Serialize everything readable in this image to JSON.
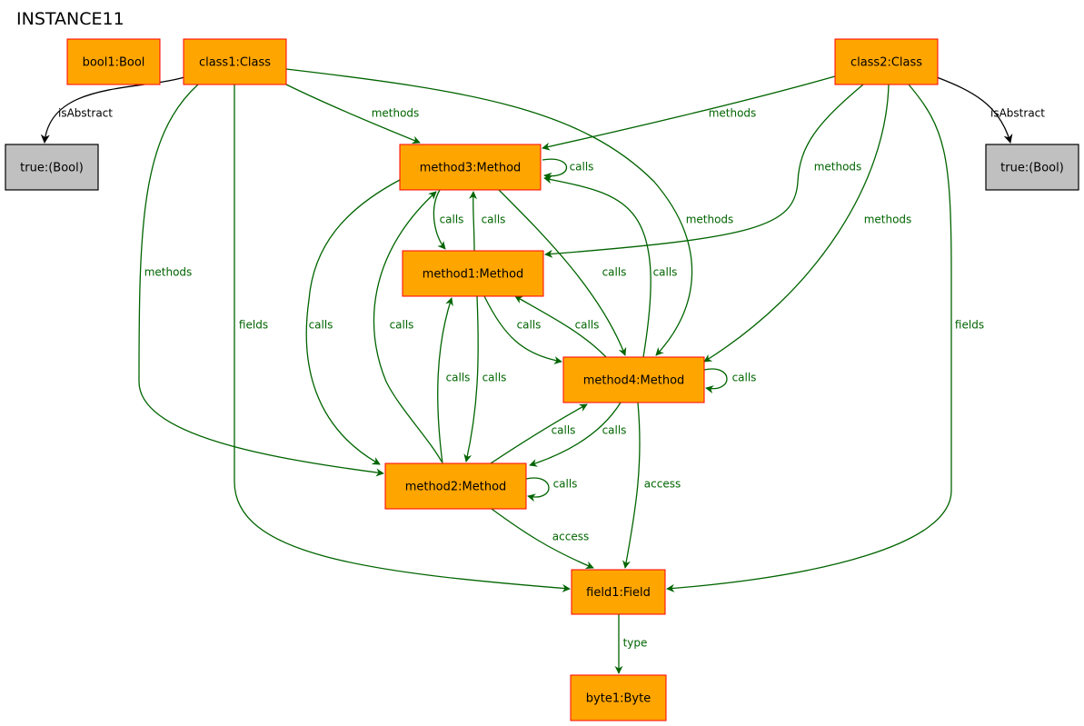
{
  "title": "INSTANCE11",
  "colors": {
    "node_fill": "#ffa500",
    "node_border": "#ff0000",
    "value_fill": "#c0c0c0",
    "value_border": "#000000",
    "edge_green": "#006400",
    "edge_black": "#000000"
  },
  "nodes": {
    "bool1": {
      "label": "bool1:Bool",
      "kind": "object"
    },
    "class1": {
      "label": "class1:Class",
      "kind": "object"
    },
    "class2": {
      "label": "class2:Class",
      "kind": "object"
    },
    "true_left": {
      "label": "true:(Bool)",
      "kind": "value"
    },
    "true_right": {
      "label": "true:(Bool)",
      "kind": "value"
    },
    "method3": {
      "label": "method3:Method",
      "kind": "object"
    },
    "method1": {
      "label": "method1:Method",
      "kind": "object"
    },
    "method4": {
      "label": "method4:Method",
      "kind": "object"
    },
    "method2": {
      "label": "method2:Method",
      "kind": "object"
    },
    "field1": {
      "label": "field1:Field",
      "kind": "object"
    },
    "byte1": {
      "label": "byte1:Byte",
      "kind": "object"
    }
  },
  "edges": [
    {
      "id": "class1-true",
      "from": "class1",
      "to": "true_left",
      "label": "isAbstract"
    },
    {
      "id": "class2-true",
      "from": "class2",
      "to": "true_right",
      "label": "isAbstract"
    },
    {
      "id": "class1-method3",
      "from": "class1",
      "to": "method3",
      "label": "methods"
    },
    {
      "id": "class2-method3",
      "from": "class2",
      "to": "method3",
      "label": "methods"
    },
    {
      "id": "class2-method1",
      "from": "class2",
      "to": "method1",
      "label": "methods"
    },
    {
      "id": "class1-method4",
      "from": "class1",
      "to": "method4",
      "label": "methods"
    },
    {
      "id": "class2-method4",
      "from": "class2",
      "to": "method4",
      "label": "methods"
    },
    {
      "id": "class1-method2",
      "from": "class1",
      "to": "method2",
      "label": "methods"
    },
    {
      "id": "class1-field1",
      "from": "class1",
      "to": "field1",
      "label": "fields"
    },
    {
      "id": "class2-field1",
      "from": "class2",
      "to": "field1",
      "label": "fields"
    },
    {
      "id": "method3-method3",
      "from": "method3",
      "to": "method3",
      "label": "calls"
    },
    {
      "id": "method3-method1",
      "from": "method3",
      "to": "method1",
      "label": "calls"
    },
    {
      "id": "method1-method3",
      "from": "method1",
      "to": "method3",
      "label": "calls"
    },
    {
      "id": "method3-method4",
      "from": "method3",
      "to": "method4",
      "label": "calls"
    },
    {
      "id": "method4-method3",
      "from": "method4",
      "to": "method3",
      "label": "calls"
    },
    {
      "id": "method3-method2",
      "from": "method3",
      "to": "method2",
      "label": "calls"
    },
    {
      "id": "method2-method3",
      "from": "method2",
      "to": "method3",
      "label": "calls"
    },
    {
      "id": "method1-method4",
      "from": "method1",
      "to": "method4",
      "label": "calls"
    },
    {
      "id": "method4-method1",
      "from": "method4",
      "to": "method1",
      "label": "calls"
    },
    {
      "id": "method2-method1",
      "from": "method2",
      "to": "method1",
      "label": "calls"
    },
    {
      "id": "method1-method2",
      "from": "method1",
      "to": "method2",
      "label": "calls"
    },
    {
      "id": "method4-method4",
      "from": "method4",
      "to": "method4",
      "label": "calls"
    },
    {
      "id": "method2-method4",
      "from": "method2",
      "to": "method4",
      "label": "calls"
    },
    {
      "id": "method4-method2",
      "from": "method4",
      "to": "method2",
      "label": "calls"
    },
    {
      "id": "method2-method2",
      "from": "method2",
      "to": "method2",
      "label": "calls"
    },
    {
      "id": "method4-field1",
      "from": "method4",
      "to": "field1",
      "label": "access"
    },
    {
      "id": "method2-field1",
      "from": "method2",
      "to": "field1",
      "label": "access"
    },
    {
      "id": "field1-byte1",
      "from": "field1",
      "to": "byte1",
      "label": "type"
    }
  ]
}
